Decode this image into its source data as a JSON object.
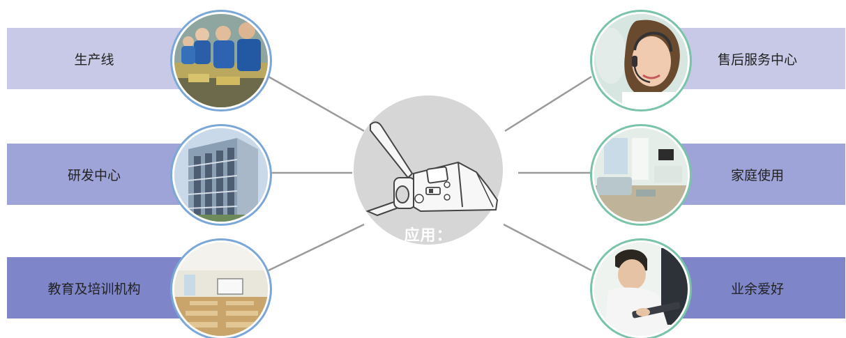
{
  "center": {
    "label": "应用："
  },
  "left": [
    {
      "label": "生产线",
      "picture": "production-line-photo"
    },
    {
      "label": "研发中心",
      "picture": "rd-building-photo"
    },
    {
      "label": "教育及培训机构",
      "picture": "classroom-photo"
    }
  ],
  "right": [
    {
      "label": "售后服务中心",
      "picture": "call-center-agent-photo"
    },
    {
      "label": "家庭使用",
      "picture": "living-room-photo"
    },
    {
      "label": "业余爱好",
      "picture": "hobbyist-at-computer-photo"
    }
  ],
  "colors": {
    "bar_top": "#c7c9e6",
    "bar_middle": "#9ea3d8",
    "bar_bottom": "#7e86c9",
    "left_ring": "#7aa6d8",
    "right_ring": "#79c3a9",
    "hub": "#d6d6d6",
    "connector": "#9a9a9a"
  },
  "icons": [
    "device-icon"
  ]
}
